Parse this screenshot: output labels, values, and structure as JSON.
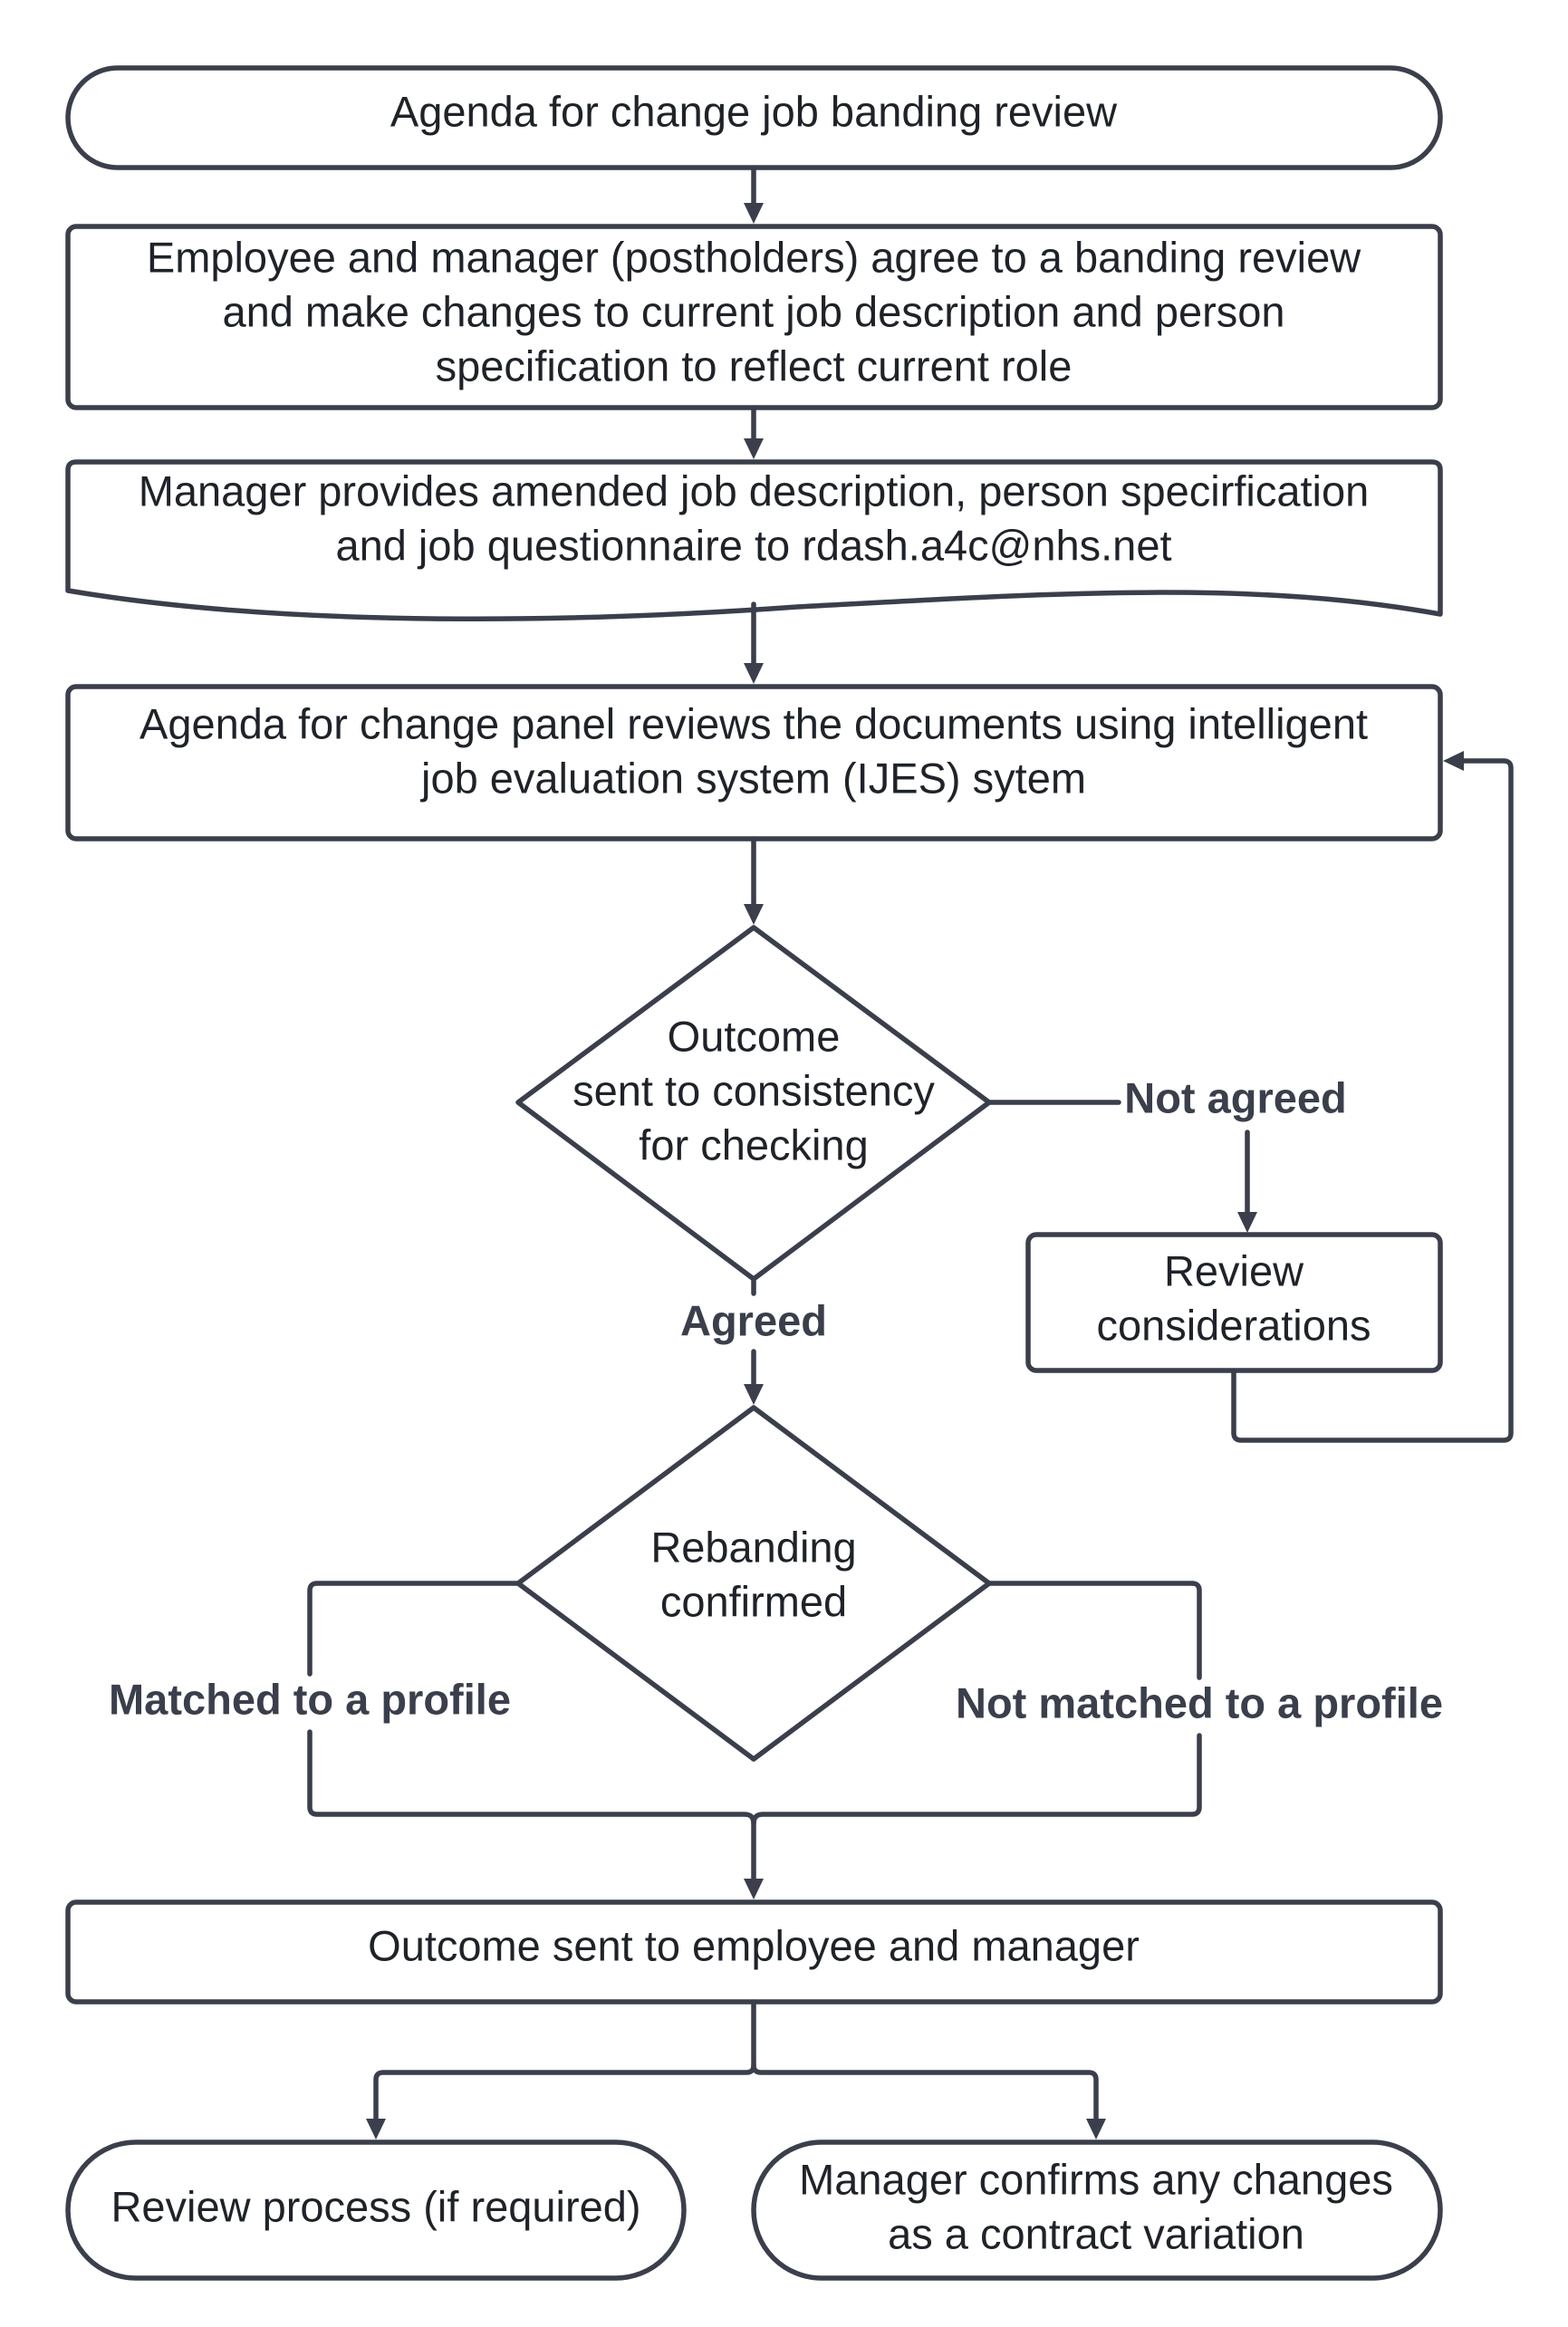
{
  "nodes": {
    "start": {
      "lines": [
        "Agenda for change job banding review"
      ]
    },
    "agree": {
      "lines": [
        "Employee and manager (postholders) agree to a banding review",
        "and make changes to current job description and person",
        "specification to reflect current role"
      ]
    },
    "provide": {
      "lines": [
        "Manager provides amended job description, person specirfication",
        "and job questionnaire to rdash.a4c@nhs.net"
      ]
    },
    "panel": {
      "lines": [
        "Agenda for change panel reviews the documents using intelligent",
        "job evaluation system (IJES) sytem"
      ]
    },
    "consistency": {
      "lines": [
        "Outcome",
        "sent to consistency",
        "for checking"
      ]
    },
    "review_considerations": {
      "lines": [
        "Review",
        "considerations"
      ]
    },
    "rebanding": {
      "lines": [
        "Rebanding",
        "confirmed"
      ]
    },
    "outcome_sent": {
      "lines": [
        "Outcome sent to employee and manager"
      ]
    },
    "review_process": {
      "lines": [
        "Review process (if required)"
      ]
    },
    "contract_variation": {
      "lines": [
        "Manager confirms any changes",
        "as a contract variation"
      ]
    }
  },
  "edge_labels": {
    "not_agreed": "Not agreed",
    "agreed": "Agreed",
    "matched": "Matched to a profile",
    "not_matched": "Not matched to a profile"
  },
  "colors": {
    "stroke": "#3a3f4b",
    "text": "#1f2329",
    "background": "#ffffff"
  }
}
